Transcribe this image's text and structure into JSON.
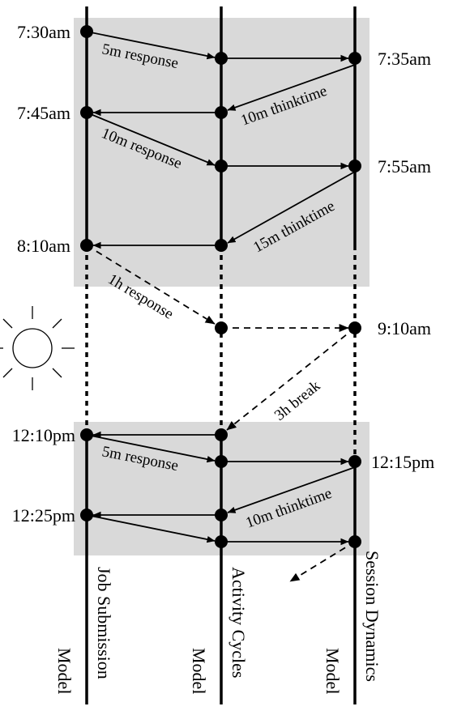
{
  "colors": {
    "shade": "#d9d9d9",
    "ink": "#000000",
    "background": "#ffffff"
  },
  "times": {
    "t0730": "7:30am",
    "t0735": "7:35am",
    "t0745": "7:45am",
    "t0755": "7:55am",
    "t0810": "8:10am",
    "t0910": "9:10am",
    "t1210": "12:10pm",
    "t1215": "12:15pm",
    "t1225": "12:25pm"
  },
  "labels": {
    "response_5m_a": "5m response",
    "thinktime_10m_a": "10m thinktime",
    "response_10m": "10m response",
    "thinktime_15m": "15m thinktime",
    "response_1h": "1h response",
    "break_3h": "3h break",
    "response_5m_b": "5m response",
    "thinktime_10m_b": "10m thinktime"
  },
  "axes": {
    "job_submission": {
      "line1": "Job Submission",
      "line2": "Model"
    },
    "activity_cycles": {
      "line1": "Activity Cycles",
      "line2": "Model"
    },
    "session_dynamics": {
      "line1": "Session Dynamics",
      "line2": "Model"
    }
  },
  "icons": {
    "day_break": "sun-icon"
  }
}
